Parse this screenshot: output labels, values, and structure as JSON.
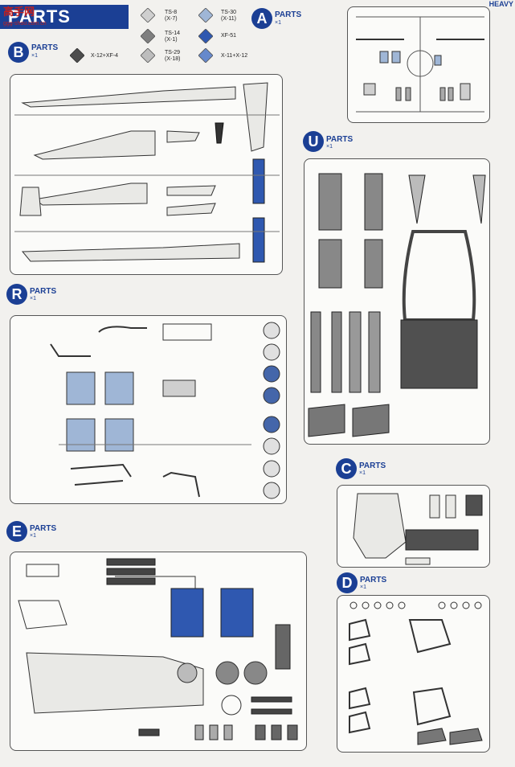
{
  "header": {
    "watermark": "高手网",
    "watermark_sub": "ggg-shou.com.cn",
    "title": "PARTS",
    "corner_text": "HEAVY"
  },
  "paints": [
    {
      "code": "TS-8",
      "sub": "(X-7)",
      "color": "#cfcfcf"
    },
    {
      "code": "TS-30",
      "sub": "(X-11)",
      "color": "#9fb6d6"
    },
    {
      "code": "TS-14",
      "sub": "(X-1)",
      "color": "#7f7f7f"
    },
    {
      "code": "XF-51",
      "sub": "",
      "color": "#2f58b0"
    },
    {
      "code": "X-12+XF-4",
      "sub": "",
      "color": "#4d4d4d"
    },
    {
      "code": "TS-29",
      "sub": "(X-18)",
      "color": "#bdbdbd"
    },
    {
      "code": "X-11+X-12",
      "sub": "",
      "color": "#6689cc"
    }
  ],
  "sections": [
    {
      "letter": "A",
      "label": "PARTS",
      "qty": "×1"
    },
    {
      "letter": "B",
      "label": "PARTS",
      "qty": "×1"
    },
    {
      "letter": "U",
      "label": "PARTS",
      "qty": "×1"
    },
    {
      "letter": "R",
      "label": "PARTS",
      "qty": "×1"
    },
    {
      "letter": "C",
      "label": "PARTS",
      "qty": "×1"
    },
    {
      "letter": "E",
      "label": "PARTS",
      "qty": "×1"
    },
    {
      "letter": "D",
      "label": "PARTS",
      "qty": "×1"
    }
  ]
}
